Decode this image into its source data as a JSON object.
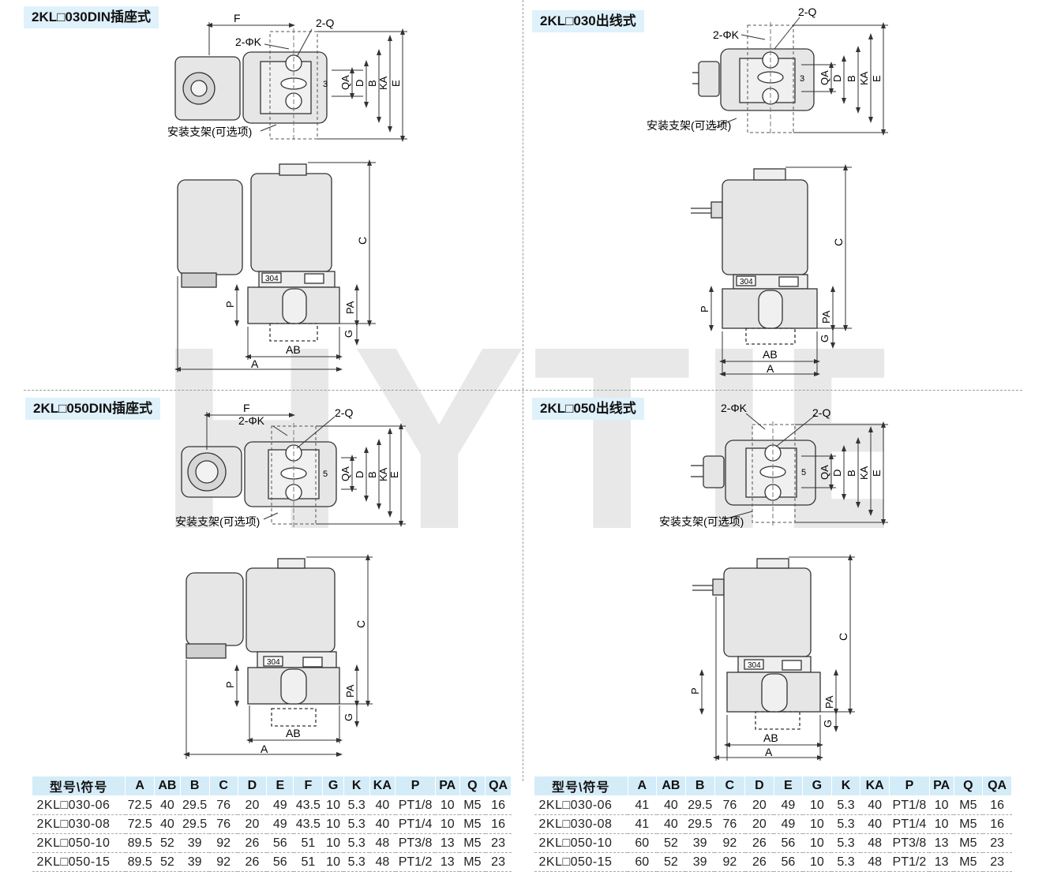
{
  "watermark": "HYTIE",
  "common_labels": {
    "bracket": "安装支架(可选项)",
    "Q2": "2-Q",
    "K2": "2-ΦK",
    "F": "F",
    "QA": "QA",
    "D": "D",
    "B": "B",
    "KA": "KA",
    "E": "E",
    "C": "C",
    "P": "P",
    "PA": "PA",
    "G": "G",
    "AB": "AB",
    "A": "A",
    "stamp": "304"
  },
  "sections": [
    {
      "id": "s1",
      "title": "2KL□030DIN插座式",
      "port": "3"
    },
    {
      "id": "s2",
      "title": "2KL□030出线式",
      "port": "3"
    },
    {
      "id": "s3",
      "title": "2KL□050DIN插座式",
      "port": "5"
    },
    {
      "id": "s4",
      "title": "2KL□050出线式",
      "port": "5"
    }
  ],
  "tables": [
    {
      "columns": [
        "型号\\符号",
        "A",
        "AB",
        "B",
        "C",
        "D",
        "E",
        "F",
        "G",
        "K",
        "KA",
        "P",
        "PA",
        "Q",
        "QA"
      ],
      "rows": [
        [
          "2KL□030-06",
          "72.5",
          "40",
          "29.5",
          "76",
          "20",
          "49",
          "43.5",
          "10",
          "5.3",
          "40",
          "PT1/8",
          "10",
          "M5",
          "16"
        ],
        [
          "2KL□030-08",
          "72.5",
          "40",
          "29.5",
          "76",
          "20",
          "49",
          "43.5",
          "10",
          "5.3",
          "40",
          "PT1/4",
          "10",
          "M5",
          "16"
        ],
        [
          "2KL□050-10",
          "89.5",
          "52",
          "39",
          "92",
          "26",
          "56",
          "51",
          "10",
          "5.3",
          "48",
          "PT3/8",
          "13",
          "M5",
          "23"
        ],
        [
          "2KL□050-15",
          "89.5",
          "52",
          "39",
          "92",
          "26",
          "56",
          "51",
          "10",
          "5.3",
          "48",
          "PT1/2",
          "13",
          "M5",
          "23"
        ]
      ]
    },
    {
      "columns": [
        "型号\\符号",
        "A",
        "AB",
        "B",
        "C",
        "D",
        "E",
        "G",
        "K",
        "KA",
        "P",
        "PA",
        "Q",
        "QA"
      ],
      "rows": [
        [
          "2KL□030-06",
          "41",
          "40",
          "29.5",
          "76",
          "20",
          "49",
          "10",
          "5.3",
          "40",
          "PT1/8",
          "10",
          "M5",
          "16"
        ],
        [
          "2KL□030-08",
          "41",
          "40",
          "29.5",
          "76",
          "20",
          "49",
          "10",
          "5.3",
          "40",
          "PT1/4",
          "10",
          "M5",
          "16"
        ],
        [
          "2KL□050-10",
          "60",
          "52",
          "39",
          "92",
          "26",
          "56",
          "10",
          "5.3",
          "48",
          "PT3/8",
          "13",
          "M5",
          "23"
        ],
        [
          "2KL□050-15",
          "60",
          "52",
          "39",
          "92",
          "26",
          "56",
          "10",
          "5.3",
          "48",
          "PT1/2",
          "13",
          "M5",
          "23"
        ]
      ]
    }
  ]
}
